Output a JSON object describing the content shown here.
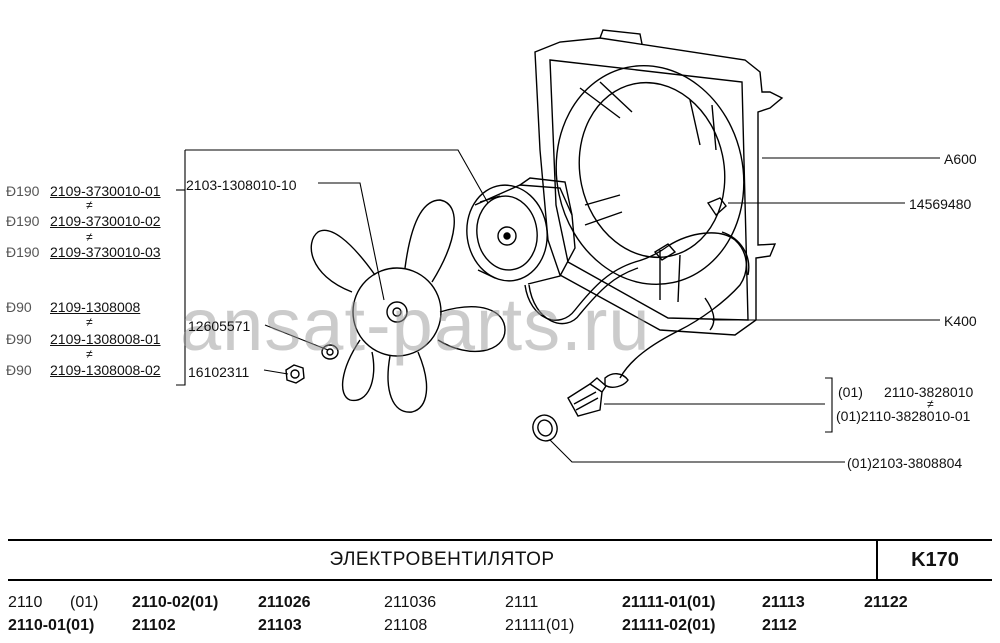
{
  "watermark": "ansat-parts.ru",
  "callouts": {
    "a600": "A600",
    "p14569480": "14569480",
    "k400": "K400",
    "fan_motor": "2103-1308010-10",
    "p12605571": "12605571",
    "p16102311": "16102311",
    "switch_pn1": "2110-3828010",
    "switch_pn1_prefix": "(01)",
    "switch_pn2": "(01)2110-3828010-01",
    "seal": "(01)2103-3808804"
  },
  "left_refs": {
    "prefix_a": "Ð190",
    "prefix_b": "Ð190",
    "prefix_c": "Ð190",
    "prefix_d": "Ð90",
    "prefix_e": "Ð90",
    "prefix_f": "Ð90",
    "ref1": "2109-3730010-01",
    "ref2": "2109-3730010-02",
    "ref3": "2109-3730010-03",
    "ref4": "2109-1308008",
    "ref5": "2109-1308008-01",
    "ref6": "2109-1308008-02",
    "neq": "≠"
  },
  "title": "ЭЛЕКТРОВЕНТИЛЯТОР",
  "section_code": "K170",
  "models_row1": [
    "2110",
    "(01)",
    "2110-02(01)",
    "211026",
    "211036",
    "2111",
    "21111-01(01)",
    "21113",
    "21122"
  ],
  "models_row2": [
    "2110-01(01)",
    "21102",
    "21103",
    "21108",
    "21111(01)",
    "21111-02(01)",
    "2112"
  ]
}
